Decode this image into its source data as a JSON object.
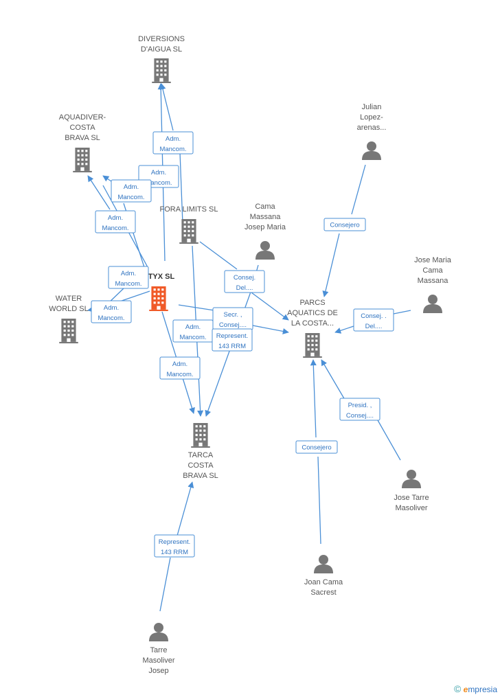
{
  "nodes": [
    {
      "id": "diversions",
      "type": "company",
      "label_lines": [
        "DIVERSIONS",
        "D'AIGUA SL"
      ]
    },
    {
      "id": "aquadiver",
      "type": "company",
      "label_lines": [
        "AQUADIVER-",
        "COSTA",
        "BRAVA SL"
      ]
    },
    {
      "id": "fora",
      "type": "company",
      "label_lines": [
        "FORA LIMITS SL"
      ]
    },
    {
      "id": "center",
      "type": "company",
      "label_lines": [
        "RTYX SL"
      ],
      "central": true
    },
    {
      "id": "water",
      "type": "company",
      "label_lines": [
        "WATER",
        "WORLD SL"
      ]
    },
    {
      "id": "tarca",
      "type": "company",
      "label_lines": [
        "TARCA",
        "COSTA",
        "BRAVA SL"
      ]
    },
    {
      "id": "parcs",
      "type": "company",
      "label_lines": [
        "PARCS",
        "AQUATICS DE",
        "LA COSTA..."
      ]
    },
    {
      "id": "julian",
      "type": "person",
      "label_lines": [
        "Julian",
        "Lopez-",
        "arenas..."
      ]
    },
    {
      "id": "camaJM",
      "type": "person",
      "label_lines": [
        "Cama",
        "Massana",
        "Josep Maria"
      ]
    },
    {
      "id": "joseMaria",
      "type": "person",
      "label_lines": [
        "Jose Maria",
        "Cama",
        "Massana"
      ]
    },
    {
      "id": "joseTarre",
      "type": "person",
      "label_lines": [
        "Jose Tarre",
        "Masoliver"
      ]
    },
    {
      "id": "joan",
      "type": "person",
      "label_lines": [
        "Joan Cama",
        "Sacrest"
      ]
    },
    {
      "id": "tarre",
      "type": "person",
      "label_lines": [
        "Tarre",
        "Masoliver",
        "Josep"
      ]
    }
  ],
  "relations": [
    {
      "id": "r1",
      "lines": [
        "Adm.",
        "Mancom."
      ]
    },
    {
      "id": "r2",
      "lines": [
        "Adm.",
        "Mancom."
      ]
    },
    {
      "id": "r3",
      "lines": [
        "Adm.",
        "Mancom."
      ]
    },
    {
      "id": "r4",
      "lines": [
        "Adm.",
        "Mancom."
      ]
    },
    {
      "id": "r5",
      "lines": [
        "Adm.",
        "Mancom."
      ]
    },
    {
      "id": "r6",
      "lines": [
        "Adm.",
        "Mancom."
      ]
    },
    {
      "id": "r7",
      "lines": [
        "Adm.",
        "Mancom."
      ]
    },
    {
      "id": "r8",
      "lines": [
        "Adm.",
        "Mancom."
      ]
    },
    {
      "id": "r9",
      "lines": [
        "Consej.",
        "Del...."
      ]
    },
    {
      "id": "r10",
      "lines": [
        "Secr. ,",
        "Consej...."
      ]
    },
    {
      "id": "r11",
      "lines": [
        "Represent.",
        "143 RRM"
      ]
    },
    {
      "id": "r12",
      "lines": [
        "Consejero"
      ]
    },
    {
      "id": "r13",
      "lines": [
        "Consej. .",
        "Del...."
      ]
    },
    {
      "id": "r14",
      "lines": [
        "Presid. ,",
        "Consej...."
      ]
    },
    {
      "id": "r15",
      "lines": [
        "Consejero"
      ]
    },
    {
      "id": "r16",
      "lines": [
        "Represent.",
        "143 RRM"
      ]
    }
  ],
  "colors": {
    "edge": "#4a8fd6",
    "node": "#777777",
    "central_node": "#f05a28",
    "relation_text": "#2f73c0"
  },
  "brand": {
    "copyright": "©",
    "first_letter": "e",
    "rest": "mpresia"
  }
}
